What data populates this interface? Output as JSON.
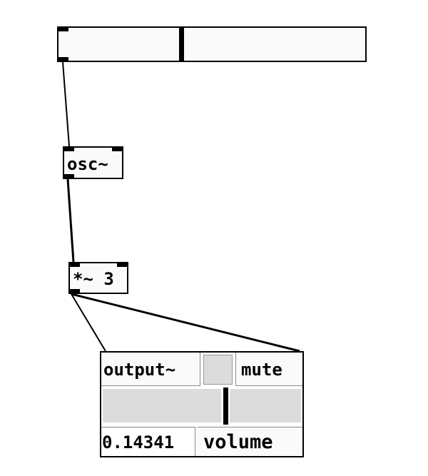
{
  "patch": {
    "top_slider": {
      "value_fraction": 0.4
    },
    "osc": {
      "label": "osc~"
    },
    "multiply": {
      "label": "*~ 3"
    },
    "output": {
      "label": "output~",
      "mute_label": "mute",
      "volume_slider": {
        "value_fraction": 0.6
      },
      "volume_value": "0.14341",
      "volume_label": "volume"
    }
  }
}
